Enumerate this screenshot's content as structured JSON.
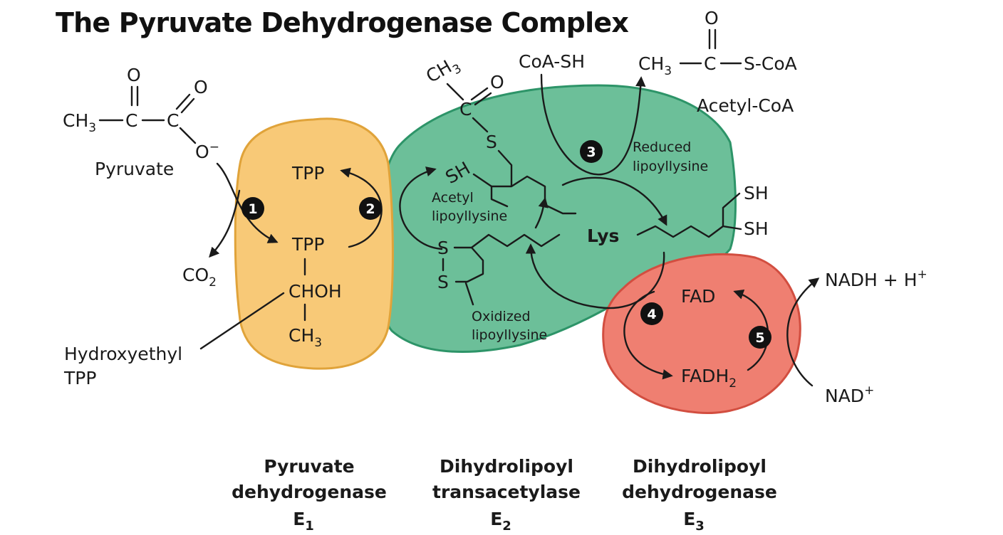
{
  "title": "The Pyruvate Dehydrogenase Complex",
  "colors": {
    "e1": "#f8c977",
    "e1_stroke": "#e0a33a",
    "e2": "#6cbf99",
    "e2_stroke": "#2d9468",
    "e3": "#ef7f71",
    "e3_stroke": "#d24e40"
  },
  "pyruvate": {
    "ch3": "CH",
    "ch3_sub": "3",
    "c": "C",
    "o": "O",
    "o_minus": "O",
    "minus": "−",
    "label": "Pyruvate"
  },
  "co2": {
    "text": "CO",
    "sub": "2"
  },
  "e1_region": {
    "tpp_top": "TPP",
    "tpp_bottom": "TPP",
    "choh": "CHOH",
    "ch3": "CH",
    "ch3_sub": "3"
  },
  "hydroxyethyl_tpp": {
    "line1": "Hydroxyethyl",
    "line2": "TPP"
  },
  "acetyl_group": {
    "ch3": "CH",
    "ch3_sub": "3",
    "c": "C",
    "o": "O",
    "s": "S"
  },
  "acetyl_lipoyllysine": {
    "sh": "SH",
    "line1": "Acetyl",
    "line2": "lipoyllysine"
  },
  "oxidized_lipoyllysine": {
    "s1": "S",
    "s2": "S",
    "line1": "Oxidized",
    "line2": "lipoyllysine"
  },
  "lys": "Lys",
  "coa_sh": "CoA-SH",
  "acetyl_coa": {
    "ch3": "CH",
    "ch3_sub": "3",
    "c": "C",
    "o": "O",
    "s_coa": "S-CoA",
    "label": "Acetyl-CoA"
  },
  "reduced_lipoyllysine": {
    "line1": "Reduced",
    "line2": "lipoyllysine",
    "sh1": "SH",
    "sh2": "SH"
  },
  "e3_region": {
    "fad": "FAD",
    "fadh2": "FADH",
    "fadh2_sub": "2"
  },
  "nadh": {
    "text": "NADH + H",
    "sup": "+"
  },
  "nad": {
    "text": "NAD",
    "sup": "+"
  },
  "steps": [
    "1",
    "2",
    "3",
    "4",
    "5"
  ],
  "enzymes": [
    {
      "line1": "Pyruvate",
      "line2": "dehydrogenase",
      "code": "E",
      "sub": "1"
    },
    {
      "line1": "Dihydrolipoyl",
      "line2": "transacetylase",
      "code": "E",
      "sub": "2"
    },
    {
      "line1": "Dihydrolipoyl",
      "line2": "dehydrogenase",
      "code": "E",
      "sub": "3"
    }
  ]
}
